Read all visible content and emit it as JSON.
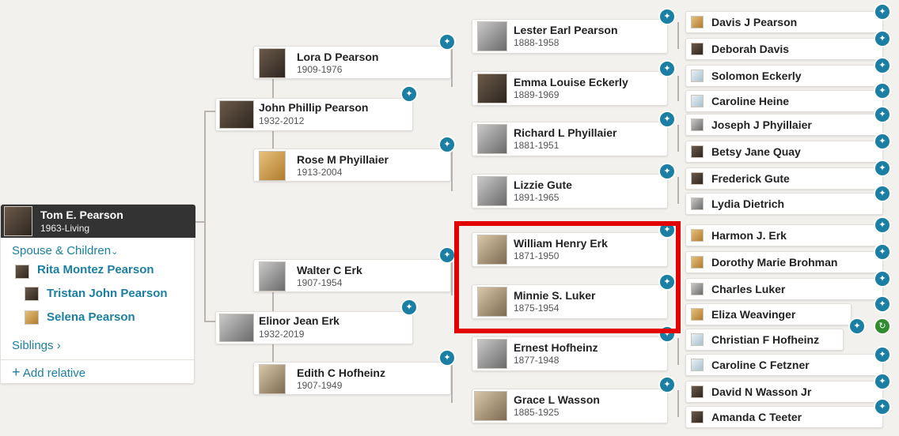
{
  "focus": {
    "name": "Tom E. Pearson",
    "dates": "1963-Living",
    "spouse_children_label": "Spouse & Children",
    "spouse": "Rita Montez Pearson",
    "children": [
      "Tristan John Pearson",
      "Selena Pearson"
    ],
    "siblings_label": "Siblings",
    "add_relative_label": "Add relative"
  },
  "gen1": [
    {
      "name": "John Phillip Pearson",
      "dates": "1932-2012"
    },
    {
      "name": "Elinor Jean Erk",
      "dates": "1932-2019"
    }
  ],
  "gen2": [
    {
      "name": "Lora D Pearson",
      "dates": "1909-1976"
    },
    {
      "name": "Rose M Phyillaier",
      "dates": "1913-2004"
    },
    {
      "name": "Walter C Erk",
      "dates": "1907-1954"
    },
    {
      "name": "Edith C Hofheinz",
      "dates": "1907-1949"
    }
  ],
  "gen3": [
    {
      "name": "Lester Earl Pearson",
      "dates": "1888-1958"
    },
    {
      "name": "Emma Louise Eckerly",
      "dates": "1889-1969"
    },
    {
      "name": "Richard L Phyillaier",
      "dates": "1881-1951"
    },
    {
      "name": "Lizzie Gute",
      "dates": "1891-1965"
    },
    {
      "name": "William Henry Erk",
      "dates": "1871-1950"
    },
    {
      "name": "Minnie S. Luker",
      "dates": "1875-1954"
    },
    {
      "name": "Ernest Hofheinz",
      "dates": "1877-1948"
    },
    {
      "name": "Grace L Wasson",
      "dates": "1885-1925"
    }
  ],
  "gen4": [
    "Davis J Pearson",
    "Deborah Davis",
    "Solomon Eckerly",
    "Caroline Heine",
    "Joseph J Phyillaier",
    "Betsy Jane Quay",
    "Frederick Gute",
    "Lydia Dietrich",
    "Harmon J. Erk",
    "Dorothy Marie Brohman",
    "Charles Luker",
    "Eliza Weavinger",
    "Christian F Hofheinz",
    "Caroline C Fetzner",
    "David N Wasson Jr",
    "Amanda C Teeter"
  ],
  "icons": {
    "hint": "hint-leaf-icon",
    "chevron": "chevron-down-icon",
    "add": "plus-icon"
  },
  "colors": {
    "accent": "#1b7fa3",
    "highlight": "#e30000",
    "focus_header": "#333333"
  }
}
